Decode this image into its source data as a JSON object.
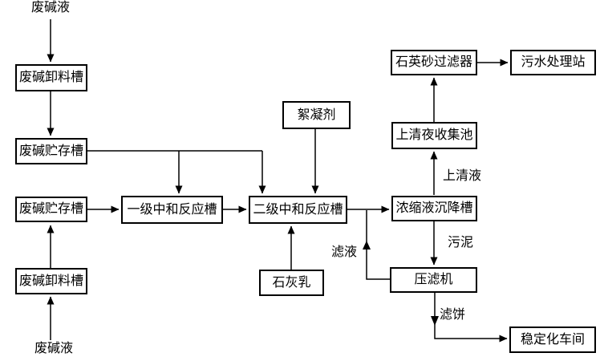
{
  "colors": {
    "background": "#ffffff",
    "line": "#000000",
    "box_border": "#000000",
    "box_fill": "#ffffff"
  },
  "nodes": {
    "unload_tank_top": "废碱卸料槽",
    "storage_tank_top": "废碱贮存槽",
    "storage_tank_mid": "废碱贮存槽",
    "unload_tank_bottom": "废碱卸料槽",
    "primary_neutralization": "一级中和反应槽",
    "secondary_neutralization": "二级中和反应槽",
    "flocculant": "絮凝剂",
    "lime_milk": "石灰乳",
    "concentrate_settling_tank": "浓缩液沉降槽",
    "supernatant_collection_pool": "上清夜收集池",
    "quartz_sand_filter": "石英砂过滤器",
    "sewage_treatment_station": "污水处理站",
    "filter_press": "压滤机",
    "stabilization_workshop": "稳定化车间"
  },
  "stream_labels": {
    "waste_alkali_top": "废碱液",
    "waste_alkali_bottom": "废碱液",
    "supernatant": "上清液",
    "sludge": "污泥",
    "filtrate": "滤液",
    "filter_cake": "滤饼"
  }
}
